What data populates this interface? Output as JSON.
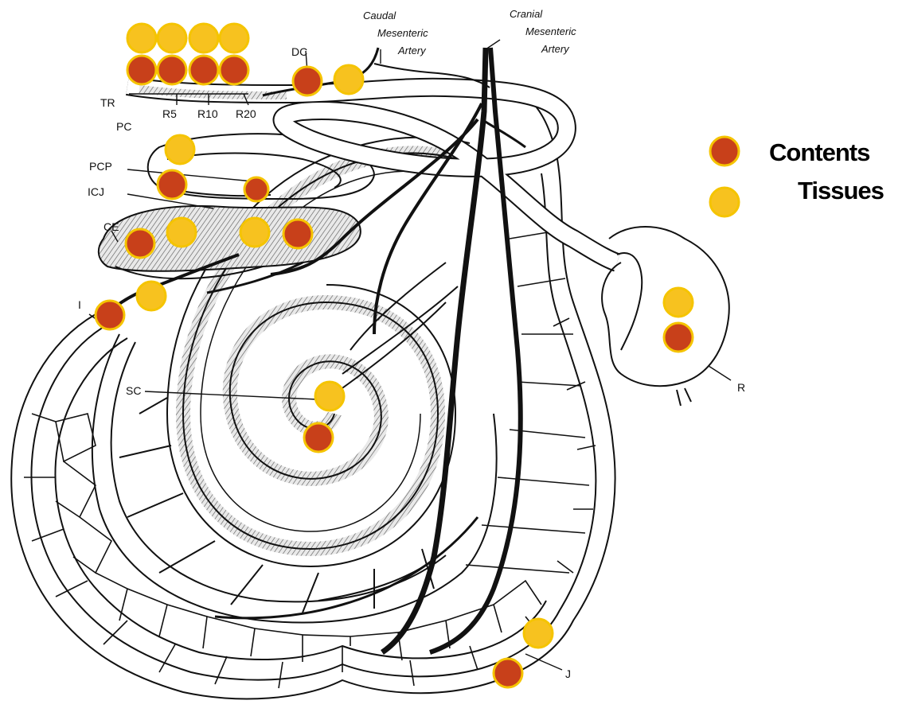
{
  "labels": {
    "tr": "TR",
    "r5": "R5",
    "r10": "R10",
    "r20": "R20",
    "dc": "DC",
    "pc": "PC",
    "pcp": "PCP",
    "icj": "ICJ",
    "ce": "CE",
    "i": "I",
    "sc": "SC",
    "r": "R",
    "j": "J",
    "caudal_line1": "Caudal",
    "caudal_line2": "Mesenteric",
    "caudal_line3": "Artery",
    "cranial_line1": "Cranial",
    "cranial_line2": "Mesenteric",
    "cranial_line3": "Artery"
  },
  "legend": {
    "contents": "Contents",
    "tissues": "Tissues"
  },
  "colors": {
    "contents": "#c8401a",
    "tissues": "#f7c21f",
    "dot_border": "#f5c400",
    "ink": "#111111"
  }
}
